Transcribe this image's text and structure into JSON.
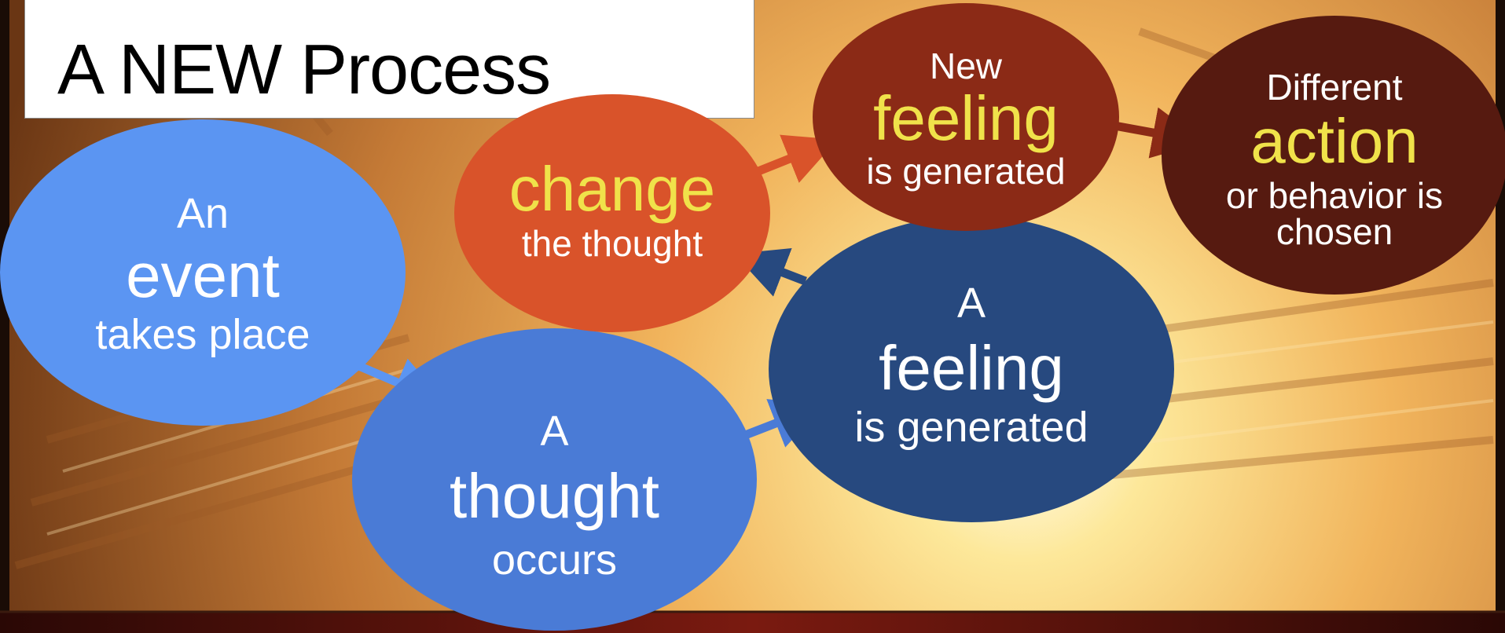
{
  "title": "A NEW Process",
  "colors": {
    "event_bubble": "#5b95f2",
    "thought_bubble": "#4a7bd6",
    "feeling_bubble": "#27497f",
    "change_bubble": "#d9532a",
    "new_feeling_bubble": "#8b2a16",
    "action_bubble": "#561a10",
    "highlight_text": "#f0e24a",
    "text": "#ffffff"
  },
  "nodes": {
    "event": {
      "top": "An",
      "main": "event",
      "bottom": "takes place"
    },
    "thought": {
      "top": "A",
      "main": "thought",
      "bottom": "occurs"
    },
    "feeling": {
      "top": "A",
      "main": "feeling",
      "bottom": "is generated"
    },
    "change": {
      "main": "change",
      "bottom": "the thought"
    },
    "new_feeling": {
      "top": "New",
      "main": "feeling",
      "bottom": "is generated"
    },
    "action": {
      "top": "Different",
      "main": "action",
      "bottom": "or behavior is chosen"
    }
  },
  "edges": [
    {
      "from": "event",
      "to": "thought"
    },
    {
      "from": "thought",
      "to": "feeling"
    },
    {
      "from": "feeling",
      "to": "change"
    },
    {
      "from": "change",
      "to": "new_feeling"
    },
    {
      "from": "new_feeling",
      "to": "action"
    }
  ]
}
